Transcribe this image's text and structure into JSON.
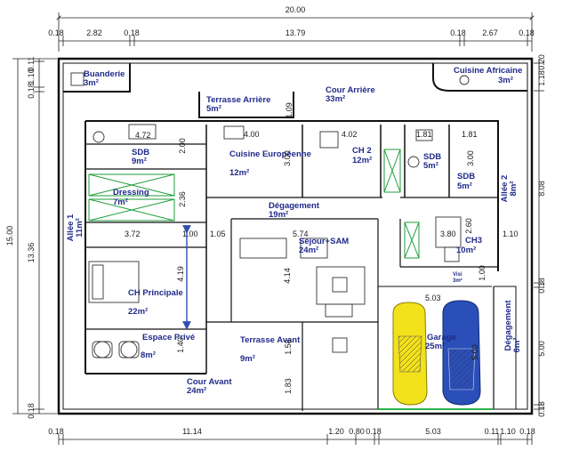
{
  "drawing": {
    "colors": {
      "wall": "#111111",
      "room_label": "#1f2a8a",
      "dim_text": "#222222",
      "car_yellow": "#f3e11c",
      "car_blue": "#2b4fb8",
      "stair_green": "#1e9e3a",
      "garage_grass": "#2bb24a",
      "dim_arrow": "#2f4fb0"
    },
    "top_dims": {
      "total": "20.00",
      "segments": [
        "0.18",
        "2.82",
        "0.18",
        "13.79",
        "0.18",
        "2.67",
        "0.18"
      ]
    },
    "bottom_dims": {
      "segments": [
        "0.18",
        "11.14",
        "1.20",
        "0.80",
        "0.18",
        "5.03",
        "0.11",
        "1.10",
        "0.18"
      ]
    },
    "left_dims": {
      "total": "15.00",
      "segments": [
        "0.11",
        "1.10",
        "0.18",
        "13.36",
        "0.18"
      ]
    },
    "right_dims": {
      "segments": [
        "0.20",
        "1.18",
        "8.08",
        "0.18",
        "5.00",
        "0.18"
      ]
    },
    "rooms": [
      {
        "name": "Buanderie",
        "area": "3m²"
      },
      {
        "name": "Terrasse Arrière",
        "area": "5m²"
      },
      {
        "name": "Cour Arrière",
        "area": "33m²"
      },
      {
        "name": "Cuisine Africaine",
        "area": "3m²"
      },
      {
        "name": "SDB",
        "area": "9m²"
      },
      {
        "name": "Cuisine Européenne",
        "area": "12m²"
      },
      {
        "name": "CH 2",
        "area": "12m²"
      },
      {
        "name": "SDB",
        "area": "5m²"
      },
      {
        "name": "SDB",
        "area": "5m²"
      },
      {
        "name": "Dressing",
        "area": "7m²"
      },
      {
        "name": "Dégagement",
        "area": "19m²"
      },
      {
        "name": "Allée 1",
        "area": "11m²"
      },
      {
        "name": "Allée 2",
        "area": "8m²"
      },
      {
        "name": "Séjour+SAM",
        "area": "24m²"
      },
      {
        "name": "CH3",
        "area": "10m²"
      },
      {
        "name": "CH Principale",
        "area": "22m²"
      },
      {
        "name": "Espace Privé",
        "area": "8m²"
      },
      {
        "name": "Terrasse Avant",
        "area": "9m²"
      },
      {
        "name": "Garage",
        "area": "25m²"
      },
      {
        "name": "Dégagement",
        "area": "6m²"
      },
      {
        "name": "Cour Avant",
        "area": "24m²"
      },
      {
        "name": "Visi",
        "area": "3m²"
      }
    ],
    "inner_dims": [
      "4.72",
      "4.00",
      "1.09",
      "4.02",
      "1.81",
      "1.81",
      "2.00",
      "3.00",
      "3.00",
      "2.36",
      "3.72",
      "1.00",
      "1.05",
      "5.74",
      "3.80",
      "2.60",
      "1.10",
      "4.19",
      "4.14",
      "1.00",
      "5.03",
      "1.40",
      "1.58",
      "1.83",
      "5.00"
    ]
  }
}
